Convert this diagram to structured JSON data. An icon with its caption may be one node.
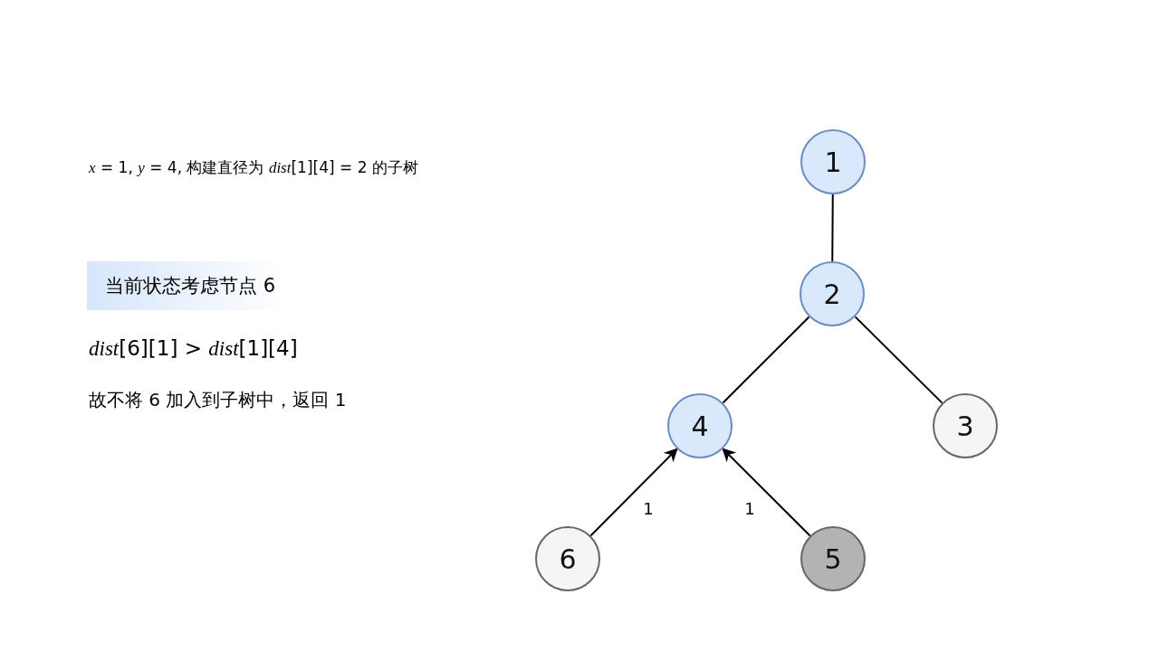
{
  "diagram": {
    "nodes": [
      {
        "text": [
          "当前状态考虑节点 6"
        ]
      },
      {
        "text": [
          "1"
        ]
      },
      {
        "text": [
          "2"
        ]
      },
      {
        "text": [
          "4"
        ]
      },
      {
        "text": [
          "3"
        ]
      },
      {
        "text": [
          "6"
        ]
      },
      {
        "text": [
          "5"
        ]
      }
    ],
    "edges": [
      {
        "from": 1,
        "to": 2,
        "arrow": "none"
      },
      {
        "from": 2,
        "to": 3,
        "arrow": "none"
      },
      {
        "from": 2,
        "to": 4,
        "arrow": "none"
      },
      {
        "from": 5,
        "to": 3,
        "arrow": "to",
        "label": "1"
      },
      {
        "from": 6,
        "to": 3,
        "arrow": "to",
        "label": "1"
      }
    ],
    "labels": [
      "*x* = 1, *y* = 4, 构建直径为 *dist*[1][4] = 2 的子树",
      "*dist*[6][1] > *dist*[1][4]",
      "故不将 6 加入到子树中，返回 1"
    ]
  }
}
